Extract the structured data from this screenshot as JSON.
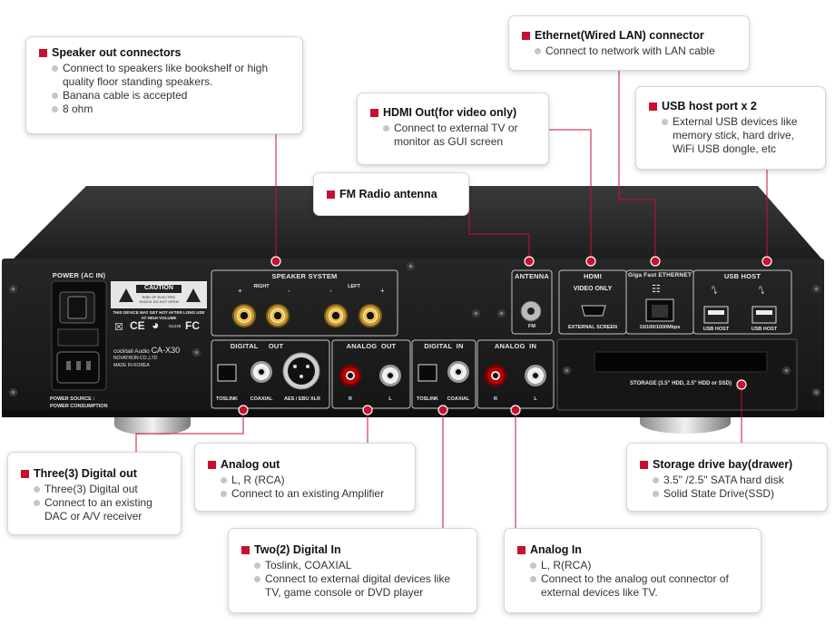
{
  "colors": {
    "accent": "#c8102e",
    "panel": "#1b1b1b",
    "label_light": "#e8e8e8"
  },
  "callouts": {
    "speaker_out": {
      "title": "Speaker out connectors",
      "lines": [
        "Connect to speakers like bookshelf or high quality floor standing speakers.",
        "Banana cable is accepted",
        "8 ohm"
      ]
    },
    "ethernet": {
      "title": "Ethernet(Wired LAN) connector",
      "lines": [
        "Connect to network with LAN cable"
      ]
    },
    "hdmi": {
      "title": "HDMI Out(for video only)",
      "lines": [
        "Connect to external TV or monitor as GUI screen"
      ]
    },
    "usb": {
      "title": "USB host port x 2",
      "lines": [
        "External USB devices like memory stick, hard drive, WiFi USB dongle, etc"
      ]
    },
    "fm": {
      "title": "FM Radio antenna",
      "lines": []
    },
    "digital_out": {
      "title": "Three(3) Digital out",
      "lines": [
        "Three(3) Digital out",
        "Connect to an existing DAC or A/V receiver"
      ]
    },
    "analog_out": {
      "title": "Analog out",
      "lines": [
        "L, R (RCA)",
        "Connect to an existing Amplifier"
      ]
    },
    "storage": {
      "title": "Storage drive bay(drawer)",
      "lines": [
        "3.5\" /2.5\" SATA hard disk",
        "Solid State Drive(SSD)"
      ]
    },
    "digital_in": {
      "title": "Two(2) Digital In",
      "lines": [
        "Toslink, COAXIAL",
        "Connect to external digital devices like TV, game console or DVD player"
      ]
    },
    "analog_in": {
      "title": "Analog In",
      "lines": [
        "L, R(RCA)",
        "Connect to the analog out connector of external devices like TV."
      ]
    }
  },
  "panel": {
    "power_label": "POWER (AC IN)",
    "power_source": "POWER SOURCE :",
    "power_consumption": "POWER CONSUMPTION",
    "caution": "CAUTION",
    "caution_sub": "RISK OF ELECTRIC SHOCK DO NOT OPEN",
    "warning": "THIS DEVICE MAY GET HOT AFTER LONG USE AT HIGH VOLUME",
    "cert_ce": "CE",
    "cert_fc": "FC",
    "cert_code": "N1248",
    "brand": "cocktail Audio",
    "model": "CA-X30",
    "maker": "NOVATRON CO.,LTD",
    "made_in": "MADE IN KOREA",
    "speaker_system": "SPEAKER SYSTEM",
    "right": "RIGHT",
    "left": "LEFT",
    "plus": "+",
    "minus": "-",
    "antenna": "ANTENNA",
    "fm": "FM",
    "hdmi": "HDMI",
    "video_only": "VIDEO ONLY",
    "external_screen": "EXTERNAL SCREEN",
    "ethernet": "Giga Fast ETHERNET",
    "ethernet_speed": "10/100/1000Mbps",
    "usb_host_title": "USB HOST",
    "usb_host_port": "USB HOST",
    "digital_out": "DIGITAL     OUT",
    "toslink": "TOSLINK",
    "coaxial": "COAXIAL",
    "aes": "AES / EBU  XLR",
    "analog_out": "ANALOG  OUT",
    "digital_in": "DIGITAL  IN",
    "analog_in": "ANALOG  IN",
    "r": "R",
    "l": "L",
    "storage": "STORAGE (3.5\" HDD, 2.5\" HDD or SSD)"
  }
}
